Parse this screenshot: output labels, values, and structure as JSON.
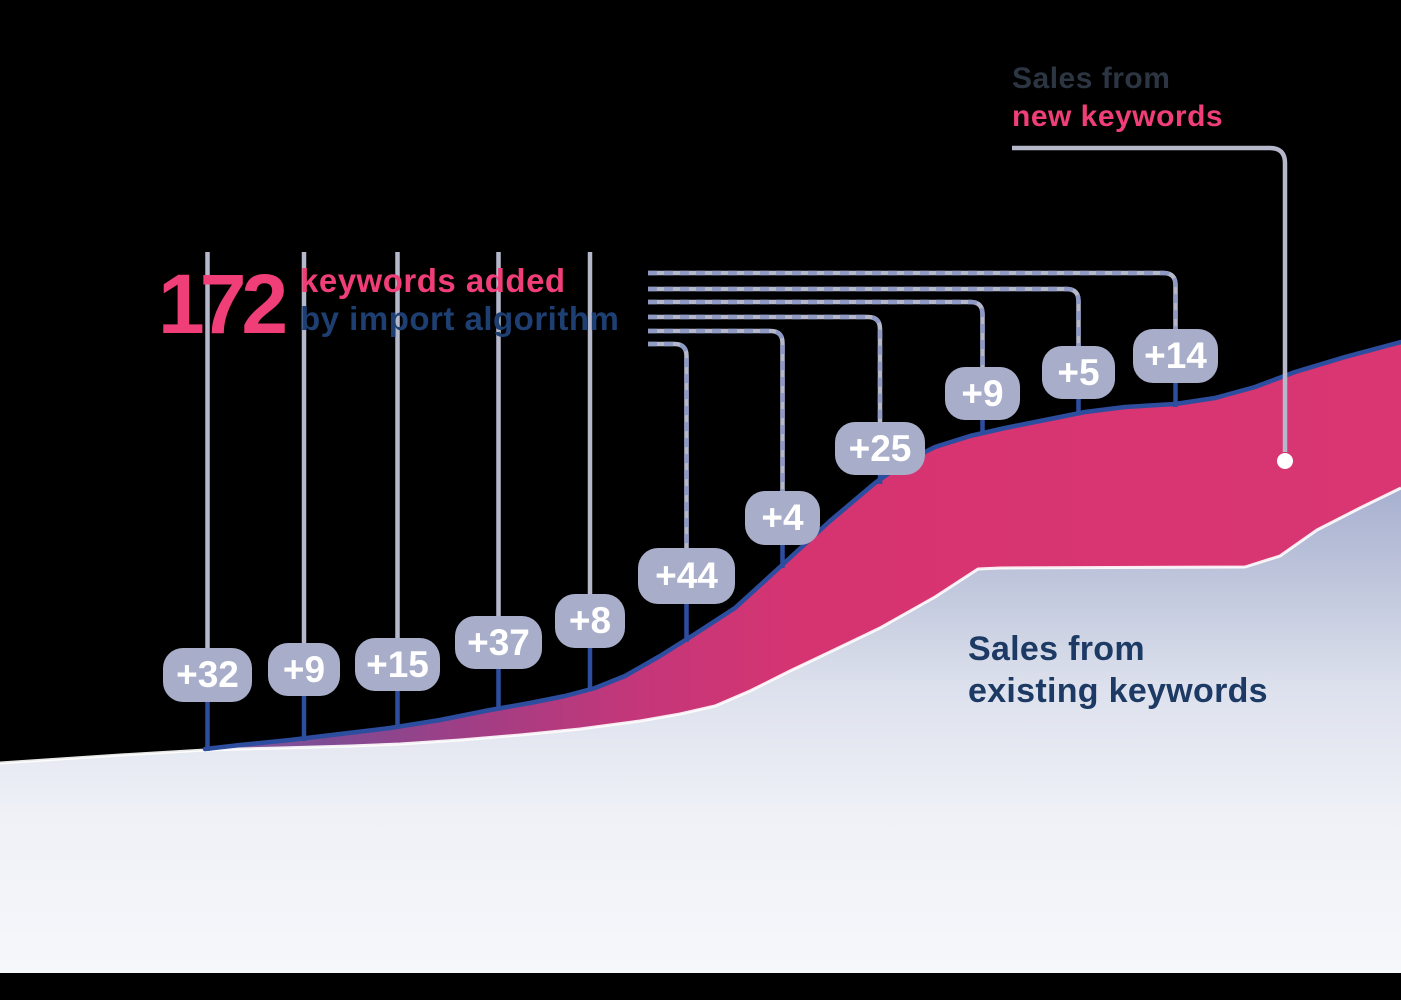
{
  "heading": {
    "number": "172",
    "line1": "keywords added",
    "line2": "by import algorithm"
  },
  "new_keywords_label": {
    "line1": "Sales from",
    "line2": "new keywords"
  },
  "existing_keywords_label": {
    "line1": "Sales from",
    "line2": "existing keywords"
  },
  "chart_data": {
    "type": "area",
    "title": "172 keywords added by import algorithm",
    "total_keywords_added": 172,
    "series": [
      {
        "name": "Sales from new keywords",
        "color": "#d7336e",
        "description": "pink band between blue sales curve and existing-sales hill, growing left to right"
      },
      {
        "name": "Sales from existing keywords",
        "color": "#ccd1e4",
        "description": "light lavender hill below the pink band, rising gently left to right"
      }
    ],
    "annotations": {
      "callout_labels": [
        "+32",
        "+9",
        "+15",
        "+37",
        "+8",
        "+44",
        "+4",
        "+25",
        "+9",
        "+5",
        "+14"
      ],
      "callout_values": [
        32,
        9,
        15,
        37,
        8,
        44,
        4,
        25,
        9,
        5,
        14
      ]
    },
    "axes": "none (stylized infographic area chart, time implied left-to-right)",
    "grid": false,
    "legend_position": "inline text annotations"
  },
  "colors": {
    "background": "#000000",
    "pink_text": "#ef3e78",
    "navy_text": "#1d3a64",
    "dark_label_text": "#2c3542",
    "chip_bg": "#a8adca",
    "chip_text": "#ffffff",
    "curve_stroke": "#2d4d9f",
    "connector": "#b5b8ca",
    "connector_dash": "#8e99c4",
    "area_pink": "#d7336e",
    "area_purple_left": "#7e4b93",
    "hill_top": "#a5aecf",
    "hill_bottom": "#f6f7fb",
    "endpoint_dot": "#ffffff",
    "edge_highlight": "#ffffff"
  }
}
